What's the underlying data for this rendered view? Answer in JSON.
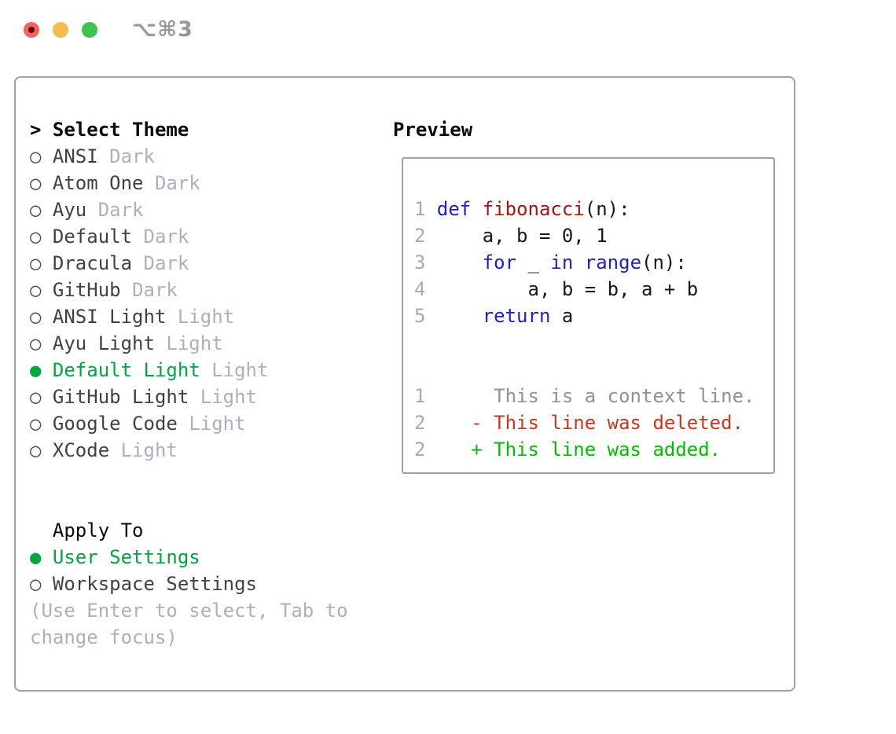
{
  "window": {
    "title": "⌥⌘3",
    "traffic_lights": [
      {
        "name": "close",
        "color": "#f2635b",
        "has_dot": true,
        "dot_color": "#5c0a03"
      },
      {
        "name": "minimize",
        "color": "#f5bd4e",
        "has_dot": false
      },
      {
        "name": "zoom",
        "color": "#3cc44b",
        "has_dot": false
      }
    ]
  },
  "glyphs": {
    "radio_on": "●",
    "radio_off": "○",
    "header_prefix": "> "
  },
  "theme_list": {
    "header": "Select Theme",
    "items": [
      {
        "name": "ANSI",
        "tag": "Dark",
        "selected": false
      },
      {
        "name": "Atom One",
        "tag": "Dark",
        "selected": false
      },
      {
        "name": "Ayu",
        "tag": "Dark",
        "selected": false
      },
      {
        "name": "Default",
        "tag": "Dark",
        "selected": false
      },
      {
        "name": "Dracula",
        "tag": "Dark",
        "selected": false
      },
      {
        "name": "GitHub",
        "tag": "Dark",
        "selected": false
      },
      {
        "name": "ANSI Light",
        "tag": "Light",
        "selected": false
      },
      {
        "name": "Ayu Light",
        "tag": "Light",
        "selected": false
      },
      {
        "name": "Default Light",
        "tag": "Light",
        "selected": true
      },
      {
        "name": "GitHub Light",
        "tag": "Light",
        "selected": false
      },
      {
        "name": "Google Code",
        "tag": "Light",
        "selected": false
      },
      {
        "name": "XCode",
        "tag": "Light",
        "selected": false
      }
    ]
  },
  "apply_to": {
    "header": "Apply To",
    "options": [
      {
        "name": "User Settings",
        "selected": true
      },
      {
        "name": "Workspace Settings",
        "selected": false
      }
    ]
  },
  "help_text": "(Use Enter to select, Tab to change focus)",
  "preview": {
    "title": "Preview",
    "lines": [
      {
        "num": "1",
        "tokens": [
          {
            "t": " ",
            "c": "pl"
          },
          {
            "t": "def",
            "c": "kw"
          },
          {
            "t": " ",
            "c": "pl"
          },
          {
            "t": "fibonacci",
            "c": "fn"
          },
          {
            "t": "(n):",
            "c": "pl"
          }
        ]
      },
      {
        "num": "2",
        "tokens": [
          {
            "t": "     a, b = 0, 1",
            "c": "pl"
          }
        ]
      },
      {
        "num": "3",
        "tokens": [
          {
            "t": "     ",
            "c": "pl"
          },
          {
            "t": "for",
            "c": "kw"
          },
          {
            "t": " _ ",
            "c": "pl"
          },
          {
            "t": "in",
            "c": "kw"
          },
          {
            "t": " ",
            "c": "pl"
          },
          {
            "t": "range",
            "c": "kw"
          },
          {
            "t": "(n):",
            "c": "pl"
          }
        ]
      },
      {
        "num": "4",
        "tokens": [
          {
            "t": "         a, b = b, a + b",
            "c": "pl"
          }
        ]
      },
      {
        "num": "5",
        "tokens": [
          {
            "t": "     ",
            "c": "pl"
          },
          {
            "t": "return",
            "c": "kw"
          },
          {
            "t": " a",
            "c": "pl"
          }
        ]
      },
      {
        "num": "",
        "tokens": []
      },
      {
        "num": "",
        "tokens": []
      },
      {
        "num": "1",
        "tokens": [
          {
            "t": "      This is a context line.",
            "c": "ctx"
          }
        ]
      },
      {
        "num": "2",
        "tokens": [
          {
            "t": "    - This line was deleted.",
            "c": "del"
          }
        ]
      },
      {
        "num": "2",
        "tokens": [
          {
            "t": "    + This line was added.",
            "c": "add"
          }
        ]
      }
    ]
  },
  "colors": {
    "panel_border": "#9ba3ae",
    "selected_green": "#00a73f",
    "item_text": "#3f4147",
    "tag_text": "#a9b1bd",
    "line_number": "#a2acb9",
    "keyword_blue": "#1d1fd1",
    "function_red": "#a81414",
    "plain_code": "#17181b",
    "diff_context": "#8f9194",
    "diff_deleted": "#cf3420",
    "diff_added": "#00bd00",
    "title_gray": "#97979c"
  }
}
